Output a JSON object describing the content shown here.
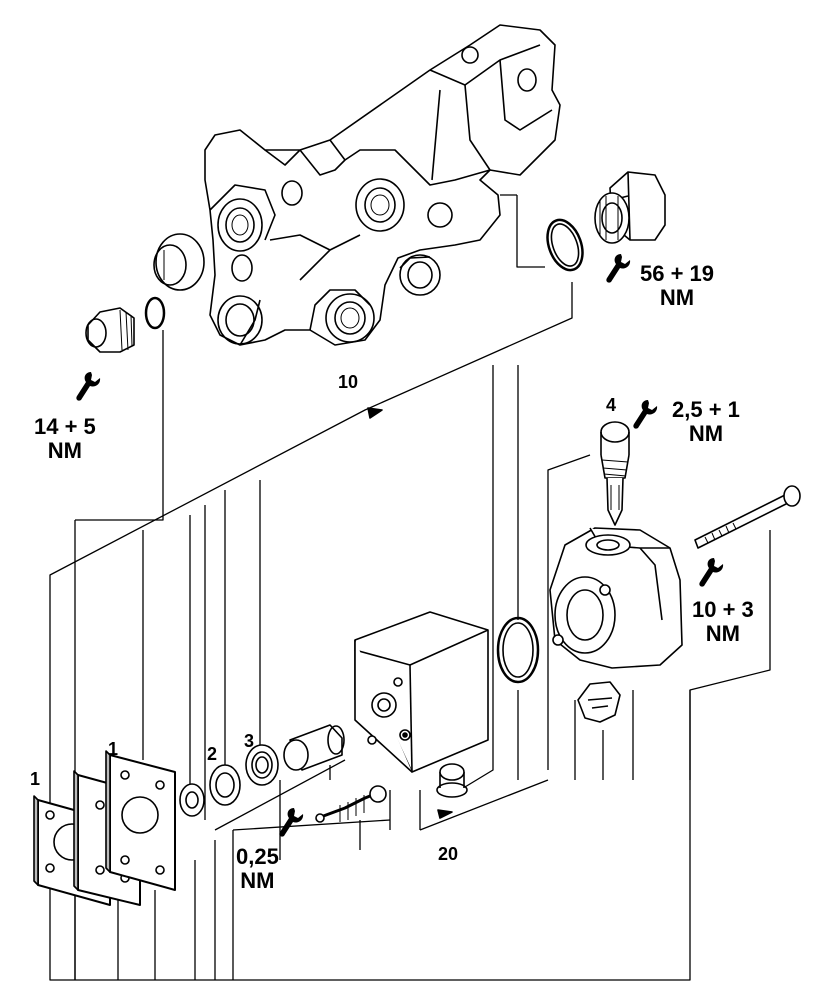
{
  "callouts": {
    "c10": "10",
    "c20": "20",
    "c1a": "1",
    "c1b": "1",
    "c2": "2",
    "c3": "3",
    "c4": "4"
  },
  "torques": {
    "t1_line1": "56 + 19",
    "t1_line2": "NM",
    "t2_line1": "14 + 5",
    "t2_line2": "NM",
    "t3_line1": "2,5 + 1",
    "t3_line2": "NM",
    "t4_line1": "10 + 3",
    "t4_line2": "NM",
    "t5_line1": "0,25",
    "t5_line2": "NM"
  },
  "colors": {
    "ink": "#000000",
    "paper": "#ffffff",
    "shade": "#cfcfcf"
  },
  "icons": [
    "wrench-icon"
  ]
}
